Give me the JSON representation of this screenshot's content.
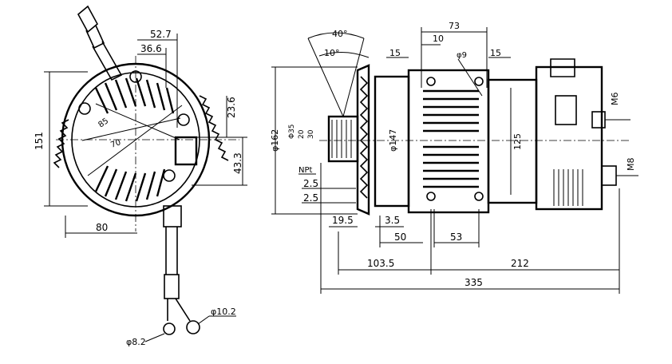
{
  "side_view": {
    "dims": {
      "d52_7": "52.7",
      "d36_6": "36.6",
      "d23_6": "23.6",
      "d151": "151",
      "d43_3": "43.3",
      "d80": "80",
      "r85": "85",
      "r70": "70",
      "dia10_2": "φ10.2",
      "dia8_2": "φ8.2"
    }
  },
  "front_view": {
    "dims": {
      "a40": "40°",
      "a10": "10°",
      "d73": "73",
      "d10": "10",
      "d15a": "15",
      "d15b": "15",
      "d9": "φ9",
      "d162": "φ162",
      "d147": "φ147",
      "d125": "125",
      "m6": "M6",
      "m8": "M8",
      "npt": "NPt",
      "d2_5a": "2.5",
      "d2_5b": "2.5",
      "d19_5": "19.5",
      "d3_5": "3.5",
      "d50": "50",
      "d53": "53",
      "d103_5": "103.5",
      "d212": "212",
      "d335": "335",
      "s1": "Φ35",
      "s2": "20",
      "s3": "30"
    }
  }
}
